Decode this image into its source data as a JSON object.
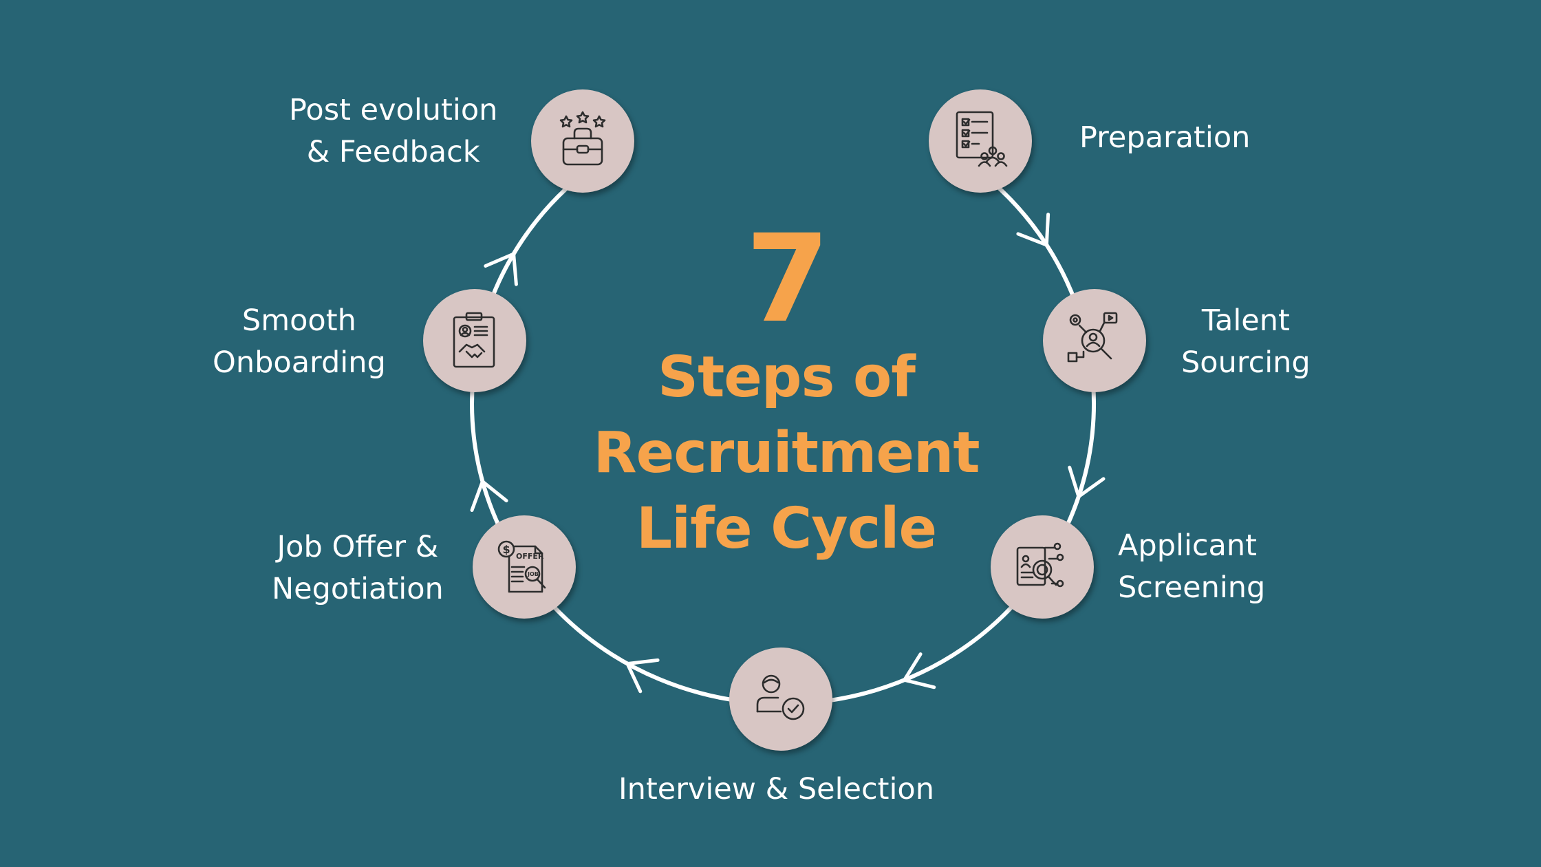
{
  "title": {
    "number": "7",
    "line1": "Steps of",
    "line2": "Recruitment",
    "line3": "Life Cycle"
  },
  "colors": {
    "background": "#276474",
    "accent": "#F6A34B",
    "disc": "#D8C6C4",
    "text": "#FFFFFF",
    "ring": "#FFFFFF"
  },
  "steps": [
    {
      "lines": [
        "Preparation"
      ],
      "icon": "checklist-team-icon"
    },
    {
      "lines": [
        "Talent",
        "Sourcing"
      ],
      "icon": "talent-search-icon"
    },
    {
      "lines": [
        "Applicant",
        "Screening"
      ],
      "icon": "resume-screening-icon"
    },
    {
      "lines": [
        "Interview & Selection"
      ],
      "icon": "user-check-icon"
    },
    {
      "lines": [
        "Job Offer &",
        "Negotiation"
      ],
      "icon": "offer-letter-icon"
    },
    {
      "lines": [
        "Smooth",
        "Onboarding"
      ],
      "icon": "handshake-clipboard-icon"
    },
    {
      "lines": [
        "Post evolution",
        "& Feedback"
      ],
      "icon": "briefcase-stars-icon"
    }
  ]
}
